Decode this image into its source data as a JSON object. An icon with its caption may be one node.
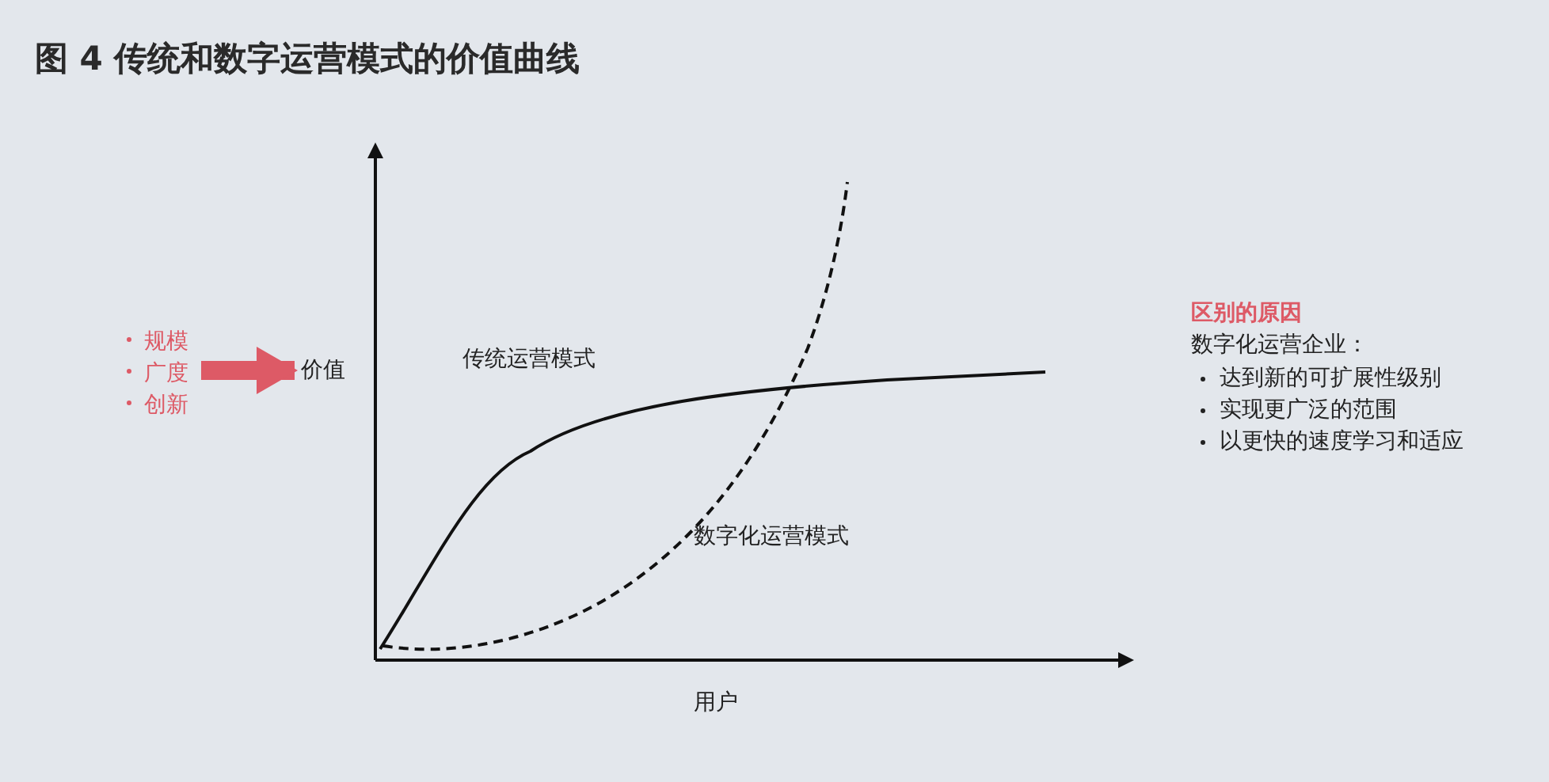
{
  "diagram": {
    "title": "图 4  传统和数字运营模式的价值曲线",
    "nodes": [
      {
        "text": [
          "规模",
          "广度",
          "创新"
        ]
      },
      {
        "text": [
          "价值"
        ]
      }
    ],
    "edges": [
      {
        "from": 0,
        "to": 1,
        "arrow": "to",
        "color": "#dd5a66"
      }
    ],
    "labels": [
      "传统运营模式",
      "数字化运营模式",
      "用户",
      "区别的原因",
      "数字化运营企业：",
      "达到新的可扩展性级别",
      "实现更广泛的范围",
      "以更快的速度学习和适应"
    ]
  }
}
